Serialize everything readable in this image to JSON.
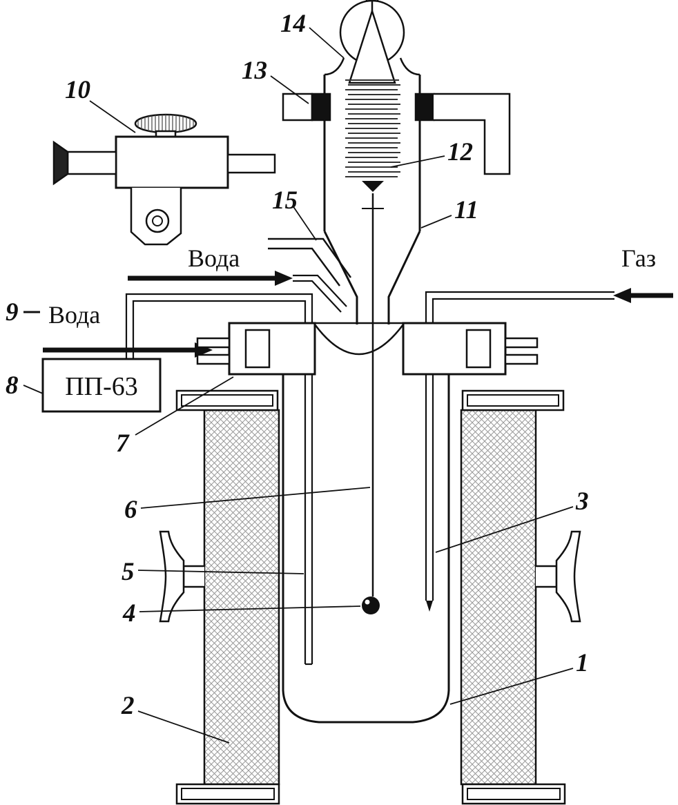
{
  "diagram": {
    "labels": {
      "n1": "1",
      "n2": "2",
      "n3": "3",
      "n4": "4",
      "n5": "5",
      "n6": "6",
      "n7": "7",
      "n8": "8",
      "n9": "9",
      "n10": "10",
      "n11": "11",
      "n12": "12",
      "n13": "13",
      "n14": "14",
      "n15": "15"
    },
    "annotations": {
      "water_top": "Вода",
      "water_left": "Вода",
      "gas": "Газ",
      "potentiometer": "ПП-63"
    },
    "colors": {
      "line": "#111111",
      "hatch": "#999999",
      "fill_dark": "#111111"
    }
  }
}
